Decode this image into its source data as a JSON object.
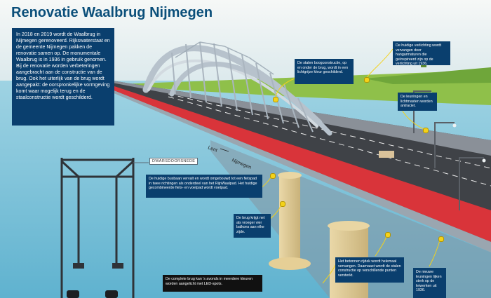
{
  "title": "Renovatie Waalbrug Nijmegen",
  "intro": "In 2018 en 2019 wordt de Waalbrug in Nijmegen gerenoveerd. Rijkswaterstaat en de gemeente Nijmegen pakken de renovatie samen op. De monumentale Waalbrug is in 1936 in gebruik genomen. Bij de renovatie worden verbeteringen aangebracht aan de constructie van de brug. Ook het uiterlijk van de brug wordt aangepakt: de oorspronkelijke vormgeving komt waar mogelijk terug en de staalconstructie wordt geschilderd.",
  "cross_section_label": "DWARSDOORSNEDE",
  "direction_labels": {
    "lent": "Lent",
    "nijmegen": "Nijmegen"
  },
  "callouts": {
    "arch": "De stalen boogconstructie, op en onder de brug, wordt in een lichtgrijze kleur geschilderd.",
    "lighting": "De huidige verlichting wordt vervangen door hangarmaturen die geïnspireerd zijn op de verlichting uit 1936.",
    "railings": "De leuningen en lichtmasten worden antraciet.",
    "busbaan": "De huidige busbaan vervalt en wordt omgebouwd tot een fietspad in twee richtingen als onderdeel van het RijnWaalpad. Het huidige gecombineerde fiets- en voetpad wordt voetpad.",
    "balconies": "De brug krijgt net als vroeger vier balkons aan elke zijde.",
    "deck": "Het betonnen rijdek wordt helemaal vervangen. Daarnaast wordt de stalen constructie op verschillende punten versterkt.",
    "new_railings": "De nieuwe leuningen lijken sterk op de leiwerken uit 1936.",
    "led": "De complete brug kan 's avonds in meerdere kleuren worden aangelicht met LED-spots."
  },
  "colors": {
    "title": "#0b4f7a",
    "box": "#0a3f6e",
    "bike_path": "#d9343a",
    "asphalt": "#4b4e53",
    "steel": "#b7c2cc",
    "water": "#7fc3d8",
    "grass": "#8fc04a",
    "accent": "#f4d21a"
  }
}
